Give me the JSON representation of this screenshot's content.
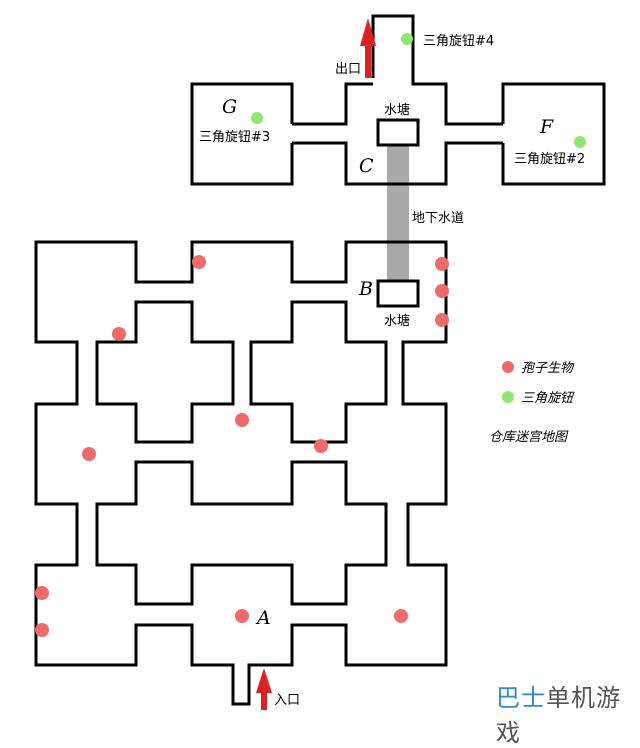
{
  "labels": {
    "exit": "出口",
    "entrance": "入口",
    "pond_top": "水塘",
    "pond_bottom": "水塘",
    "underground_channel": "地下水道",
    "knob_4": "三角旋钮#4",
    "knob_3": "三角旋钮#3",
    "knob_2": "三角旋钮#2"
  },
  "rooms": {
    "a": "A",
    "b": "B",
    "c": "C",
    "f": "F",
    "g": "G"
  },
  "legend": {
    "spore": "孢子生物",
    "knob": "三角旋钮",
    "map_title": "仓库迷宫地图"
  },
  "colors": {
    "spore": "#f06a6a",
    "knob": "#8ee86e",
    "channel": "#a9a9a9",
    "arrow": "#e02020"
  },
  "watermark": {
    "part1": "巴士",
    "part2": "单机游戏"
  }
}
